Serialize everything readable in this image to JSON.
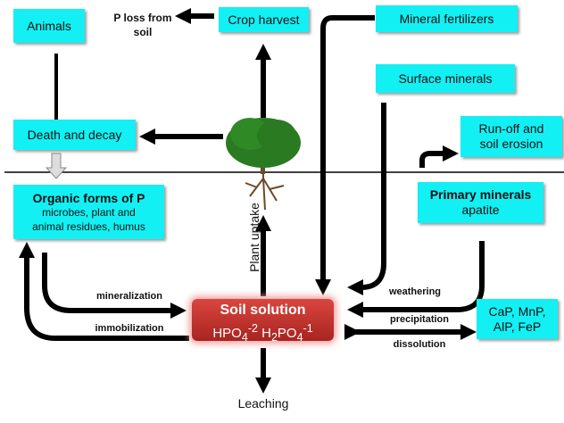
{
  "boxes": {
    "animals": "Animals",
    "crop_harvest": "Crop harvest",
    "mineral_fertilizers": "Mineral fertilizers",
    "surface_minerals": "Surface minerals",
    "runoff_1": "Run-off and",
    "runoff_2": "soil erosion",
    "death_decay": "Death and decay",
    "organic_title": "Organic  forms of  P",
    "organic_sub1": "microbes, plant and",
    "organic_sub2": "animal residues, humus",
    "primary_title": "Primary minerals",
    "primary_sub": "apatite",
    "cap_1": "CaP, MnP,",
    "cap_2": "AlP, FeP"
  },
  "soil_solution": {
    "title": "Soil solution",
    "f1": "HPO",
    "s1": "4",
    "p1": "-2",
    "f2": " H",
    "s2": "2",
    "f3": "PO",
    "s3": "4",
    "p3": "-1"
  },
  "labels": {
    "p_loss_1": "P loss from",
    "p_loss_2": "soil",
    "plant_uptake": "Plant uptake",
    "mineralization": "mineralization",
    "immobilization": "immobilization",
    "weathering": "weathering",
    "precipitation": "precipitation",
    "dissolution": "dissolution",
    "leaching": "Leaching"
  },
  "colors": {
    "box": "#13f0f4",
    "soil_solution": "#c0322e",
    "tree": "#2a7a22"
  }
}
